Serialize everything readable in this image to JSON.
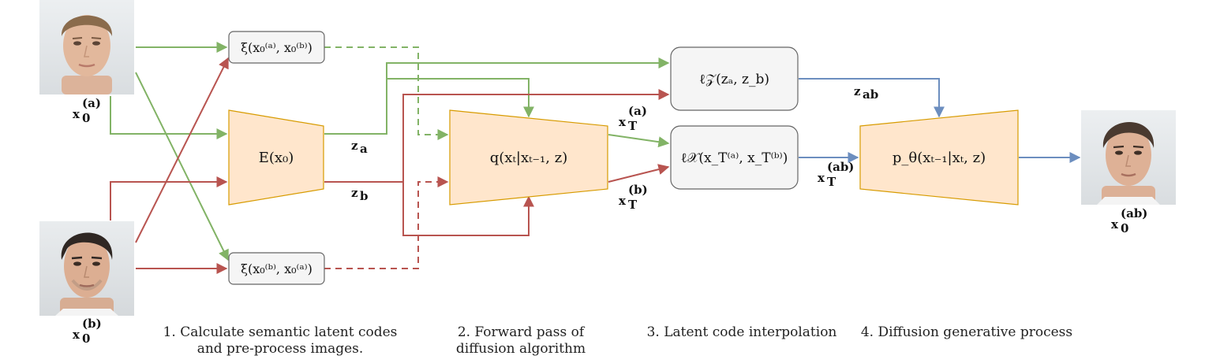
{
  "images": {
    "face_a": {
      "icon": "face-photo-man-light-hair"
    },
    "face_b": {
      "icon": "face-photo-man-dark-hair"
    },
    "face_ab": {
      "icon": "face-photo-man-interpolated"
    }
  },
  "labels": {
    "x0_a": {
      "base": "x",
      "sub": "0",
      "sup": "(a)"
    },
    "x0_b": {
      "base": "x",
      "sub": "0",
      "sup": "(b)"
    },
    "x0_ab": {
      "base": "x",
      "sub": "0",
      "sup": "(ab)"
    },
    "z_a": {
      "base": "z",
      "sub": "a"
    },
    "z_b": {
      "base": "z",
      "sub": "b"
    },
    "z_ab": {
      "base": "z",
      "sub": "ab"
    },
    "xT_a": {
      "base": "x",
      "sub": "T",
      "sup": "(a)"
    },
    "xT_b": {
      "base": "x",
      "sub": "T",
      "sup": "(b)"
    },
    "xT_ab": {
      "base": "x",
      "sub": "T",
      "sup": "(ab)"
    }
  },
  "boxes": {
    "xi_ab": {
      "text": "ξ(x₀⁽ᵃ⁾, x₀⁽ᵇ⁾)"
    },
    "xi_ba": {
      "text": "ξ(x₀⁽ᵇ⁾, x₀⁽ᵃ⁾)"
    },
    "encoder": {
      "text": "E(x₀)"
    },
    "forward": {
      "text": "q(xₜ|xₜ₋₁, z)"
    },
    "loss_z": {
      "text": "ℓ𝒵(zₐ, z_b)"
    },
    "loss_x": {
      "text": "ℓ𝒳(x_T⁽ᵃ⁾, x_T⁽ᵇ⁾)"
    },
    "reverse": {
      "text": "p_θ(xₜ₋₁|xₜ, z)"
    }
  },
  "captions": {
    "step1": [
      "1. Calculate semantic latent codes",
      "and pre-process images."
    ],
    "step2": [
      "2. Forward pass of",
      "diffusion algorithm"
    ],
    "step3": [
      "3. Latent code interpolation"
    ],
    "step4": [
      "4. Diffusion generative process"
    ]
  },
  "colors": {
    "green": "#82b366",
    "red": "#b85450",
    "blue": "#6c8ebf",
    "trap_fill": "#ffe6cc",
    "trap_stroke": "#d79b00",
    "box_fill": "#f5f5f5",
    "box_stroke": "#666666"
  }
}
